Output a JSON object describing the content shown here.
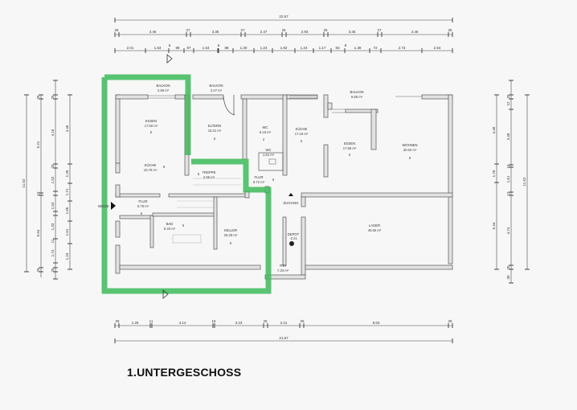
{
  "title": "1.UNTERGESCHOSS",
  "colors": {
    "background": "#f7f7f7",
    "wall_fill": "#e2e2e2",
    "wall_stroke": "#555555",
    "highlight_green": "#3dbb5a",
    "dimension_line": "#444444"
  },
  "dimensions": {
    "top_total": "22.57",
    "top_row1": [
      "25",
      "4.46",
      "27",
      "3.35",
      "27",
      "2.47",
      "25",
      "2.93",
      "25",
      "3.35",
      "27",
      "4.46",
      "25"
    ],
    "top_row2": [
      "2.01",
      "1.53",
      "6",
      "98",
      "87",
      "1.53",
      "6",
      "88",
      "1.30",
      "1.24",
      "1.82",
      "1.24",
      "1.17",
      "83",
      "8",
      "1.38",
      "72",
      "2.73",
      "2.84"
    ],
    "bottom_row1": [
      "25",
      "1.26",
      "11",
      "4.14",
      "15",
      "3.23",
      "25",
      "2.21",
      "25",
      "9.63",
      "25"
    ],
    "bottom_total": "21.57",
    "left_total": "11.52",
    "left_col1": [
      "25",
      "5.21",
      "12",
      "5.54",
      "25"
    ],
    "left_col2": [
      "25",
      "4.16",
      "25",
      "1.52",
      "1.53",
      "1.33",
      "11",
      "1.74",
      "25"
    ],
    "left_col3": [
      "4.46",
      "1.26",
      "1.71",
      "1.05",
      "1.61",
      "1.24"
    ],
    "right_total": "11.52",
    "right_col1": [
      "4.46",
      "1.76",
      "5.44"
    ],
    "right_col2": [
      "25",
      "12",
      "3.48",
      "15",
      "1.61",
      "12",
      "4.74",
      "25",
      "30"
    ]
  },
  "rooms": [
    {
      "name": "BALKON",
      "area": "2.86 m²",
      "id": "balkon-1"
    },
    {
      "name": "BALKON",
      "area": "3.27 m²",
      "id": "balkon-2"
    },
    {
      "name": "BALKON",
      "area": "9.88 m²",
      "id": "balkon-3"
    },
    {
      "name": "ESSEN",
      "area": "17.50 m²",
      "id": "essen-1",
      "num": "5"
    },
    {
      "name": "ELTERN",
      "area": "18.31 m²",
      "id": "eltern",
      "num": "5"
    },
    {
      "name": "WC",
      "area": "6.18 m²",
      "id": "wc-1",
      "num": "2"
    },
    {
      "name": "WC",
      "area": "1.62 m²",
      "id": "wc-2"
    },
    {
      "name": "KÜCHE",
      "area": "17.18 m²",
      "id": "kueche-2",
      "num": "5"
    },
    {
      "name": "ESSEN",
      "area": "17.58 m²",
      "id": "essen-2",
      "num": "6"
    },
    {
      "name": "WOHNEN",
      "area": "30.50 m²",
      "id": "wohnen",
      "num": "9"
    },
    {
      "name": "KÜCHE",
      "area": "10.79 m²",
      "id": "kueche-1",
      "num": "9"
    },
    {
      "name": "TREPPE",
      "area": "2.86 m²",
      "id": "treppe",
      "num": "6"
    },
    {
      "name": "FLUR",
      "area": "8.72 m²",
      "id": "flur-1",
      "num": "6"
    },
    {
      "name": "FLUR",
      "area": "5.78 m²",
      "id": "flur-2",
      "num": "6"
    },
    {
      "name": "BAD",
      "area": "6.33 m²",
      "id": "bad",
      "num": "6"
    },
    {
      "name": "KELLER",
      "area": "25.28 m²",
      "id": "keller",
      "num": "6"
    },
    {
      "name": "LAGER",
      "area": "46.65 m²",
      "id": "lager"
    },
    {
      "name": "DEPOT",
      "area": "-2.21",
      "id": "depot"
    },
    {
      "name": "TRH",
      "area": "7.33 m²",
      "id": "trh"
    }
  ],
  "markers": {
    "entrance_label": "WEGE",
    "stair_label": "ZUGANG"
  }
}
